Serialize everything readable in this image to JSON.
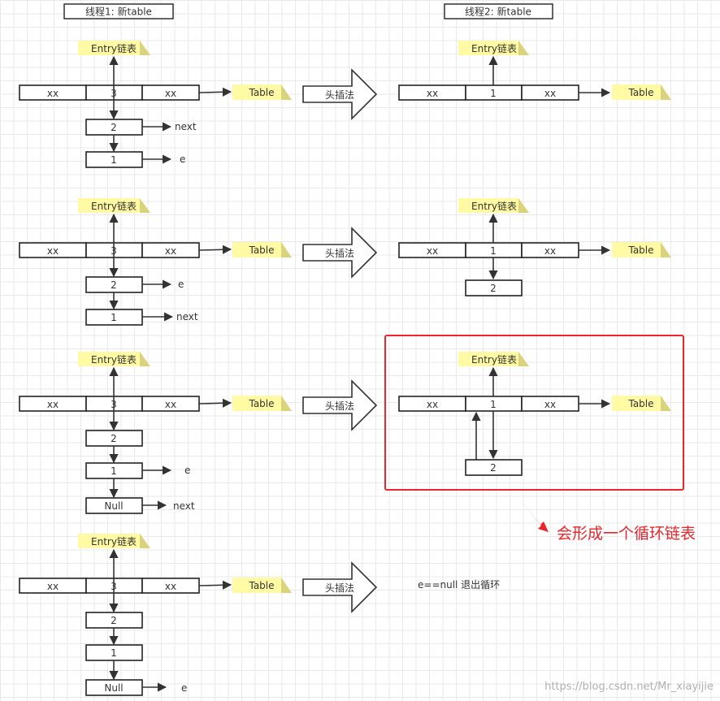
{
  "header": {
    "thread1": "线程1:  新table",
    "thread2": "线程2:  新table"
  },
  "labels": {
    "xx": "xx",
    "entry": "Entry链表",
    "table": "Table",
    "head_insert": "头插法",
    "next": "next",
    "e": "e",
    "null": "Null",
    "n1": "1",
    "n2": "2",
    "n3": "3"
  },
  "exit_note": "e==null 退出循环",
  "loop_note": "会形成一个循环链表",
  "watermark": "https://blog.csdn.net/Mr_xiayijie",
  "colors": {
    "note": "#fffaa3",
    "highlight": "#e8262b",
    "stroke": "#333333"
  }
}
